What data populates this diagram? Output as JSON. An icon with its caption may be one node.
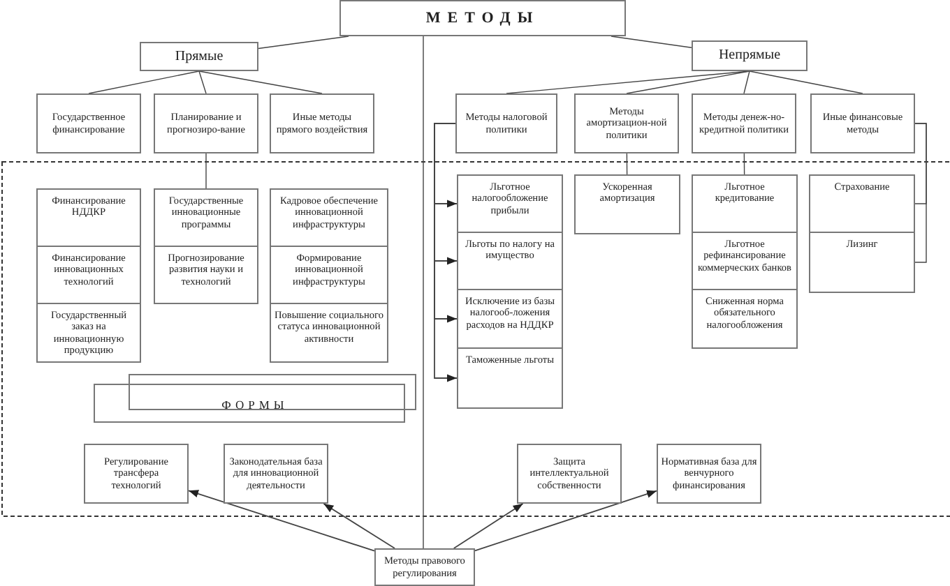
{
  "diagram": {
    "nodes": [
      {
        "text": [
          "МЕТОДЫ"
        ]
      },
      {
        "text": [
          "Прямые"
        ]
      },
      {
        "text": [
          "Непрямые"
        ]
      },
      {
        "text": [
          "Государственное финансирование"
        ]
      },
      {
        "text": [
          "Планирование и прогнозиро-вание"
        ]
      },
      {
        "text": [
          "Иные методы прямого воздействия"
        ]
      },
      {
        "text": [
          "Методы налоговой политики"
        ]
      },
      {
        "text": [
          "Методы амортизацион-ной политики"
        ]
      },
      {
        "text": [
          "Методы денеж-но-кредитной политики"
        ]
      },
      {
        "text": [
          "Иные финансовые методы"
        ]
      },
      {
        "text": [
          "Финансирование НДДКР"
        ]
      },
      {
        "text": [
          "Финансирование инновационных технологий"
        ]
      },
      {
        "text": [
          "Государственный заказ на инновационную продукцию"
        ]
      },
      {
        "text": [
          "Государственные инновационные программы"
        ]
      },
      {
        "text": [
          "Прогнозирование развития науки и технологий"
        ]
      },
      {
        "text": [
          "Кадровое обеспечение инновационной инфраструктуры"
        ]
      },
      {
        "text": [
          "Формирование инновационной инфраструктуры"
        ]
      },
      {
        "text": [
          "Повышение социального статуса инновационной активности"
        ]
      },
      {
        "text": [
          "Льготное налогообложение прибыли"
        ]
      },
      {
        "text": [
          "Льготы по налогу на имущество"
        ]
      },
      {
        "text": [
          "Исключение из базы налогооб-ложения расходов на НДДКР"
        ]
      },
      {
        "text": [
          "Таможенные льготы"
        ]
      },
      {
        "text": [
          "Ускоренная амортизация"
        ]
      },
      {
        "text": [
          "Льготное кредитование"
        ]
      },
      {
        "text": [
          "Льготное рефинансирование коммерческих банков"
        ]
      },
      {
        "text": [
          "Сниженная норма обязательного налогообложения"
        ]
      },
      {
        "text": [
          "Страхование"
        ]
      },
      {
        "text": [
          "Лизинг"
        ]
      },
      {
        "text": [
          "ФОРМЫ"
        ]
      },
      {
        "text": [
          "Регулирование трансфера технологий"
        ]
      },
      {
        "text": [
          "Законодательная база для инновационной деятельности"
        ]
      },
      {
        "text": [
          "Защита интеллектуальной собственности"
        ]
      },
      {
        "text": [
          "Нормативная база для венчурного финансирования"
        ]
      },
      {
        "text": [
          "Методы правового регулирования"
        ]
      }
    ],
    "edges": [
      {
        "from": 0,
        "to": 1,
        "arrow": "none"
      },
      {
        "from": 0,
        "to": 2,
        "arrow": "none"
      },
      {
        "from": 1,
        "to": 3,
        "arrow": "none"
      },
      {
        "from": 1,
        "to": 4,
        "arrow": "none"
      },
      {
        "from": 1,
        "to": 5,
        "arrow": "none"
      },
      {
        "from": 2,
        "to": 6,
        "arrow": "none"
      },
      {
        "from": 2,
        "to": 7,
        "arrow": "none"
      },
      {
        "from": 2,
        "to": 8,
        "arrow": "none"
      },
      {
        "from": 2,
        "to": 9,
        "arrow": "none"
      },
      {
        "from": 4,
        "to": 13,
        "arrow": "none"
      },
      {
        "from": 7,
        "to": 22,
        "arrow": "none"
      },
      {
        "from": 8,
        "to": 23,
        "arrow": "none"
      },
      {
        "from": 9,
        "to": 26,
        "arrow": "none"
      },
      {
        "from": 9,
        "to": 27,
        "arrow": "none"
      },
      {
        "from": 6,
        "to": 18,
        "arrow": "to"
      },
      {
        "from": 6,
        "to": 19,
        "arrow": "to"
      },
      {
        "from": 6,
        "to": 20,
        "arrow": "to"
      },
      {
        "from": 6,
        "to": 21,
        "arrow": "to"
      },
      {
        "from": 0,
        "to": 33,
        "arrow": "none"
      },
      {
        "from": 33,
        "to": 29,
        "arrow": "to"
      },
      {
        "from": 33,
        "to": 30,
        "arrow": "to"
      },
      {
        "from": 33,
        "to": 31,
        "arrow": "to"
      },
      {
        "from": 33,
        "to": 32,
        "arrow": "to"
      }
    ]
  }
}
